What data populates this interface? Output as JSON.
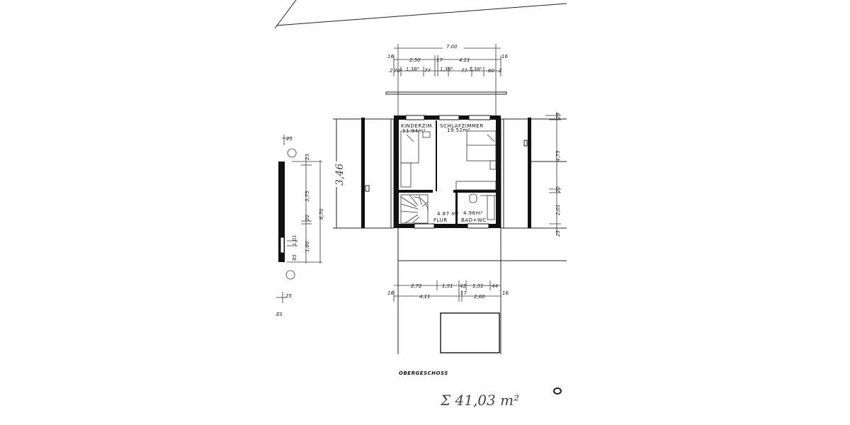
{
  "drawing": {
    "title": "OBERGESCHOSS",
    "total_area": "Σ 41,03 m²",
    "rooms": [
      {
        "name": "KINDERZIM.",
        "area": "11.94m²"
      },
      {
        "name": "SCHLAFZIMMER",
        "area": "19.52m²"
      },
      {
        "name": "FLUR",
        "area": "4.87 m²"
      },
      {
        "name": "BAD+WC",
        "area": "4.96m²"
      }
    ],
    "dims_top": {
      "overall": "7.00",
      "row2": [
        "16",
        "2,50",
        "17",
        "4,11",
        "16"
      ],
      "row3": [
        "2",
        "70⁵",
        "1,38⁵",
        "77",
        "1,38⁵",
        "77",
        "1,38⁵",
        "60",
        "2"
      ]
    },
    "dims_bottom": {
      "row1": [
        "2,72",
        "1,51",
        "42",
        "1,51",
        "44"
      ],
      "row2": [
        "16",
        "4,11",
        "17",
        "2,60",
        "16"
      ]
    },
    "dims_left": [
      "25",
      "25",
      "3,75",
      "20",
      "1,60",
      "6,70",
      "85",
      "1,01",
      "25",
      "ES"
    ],
    "dim_handwritten": "3,46",
    "dims_right": [
      "25",
      "4,75",
      "20",
      "2,01",
      "25"
    ]
  }
}
